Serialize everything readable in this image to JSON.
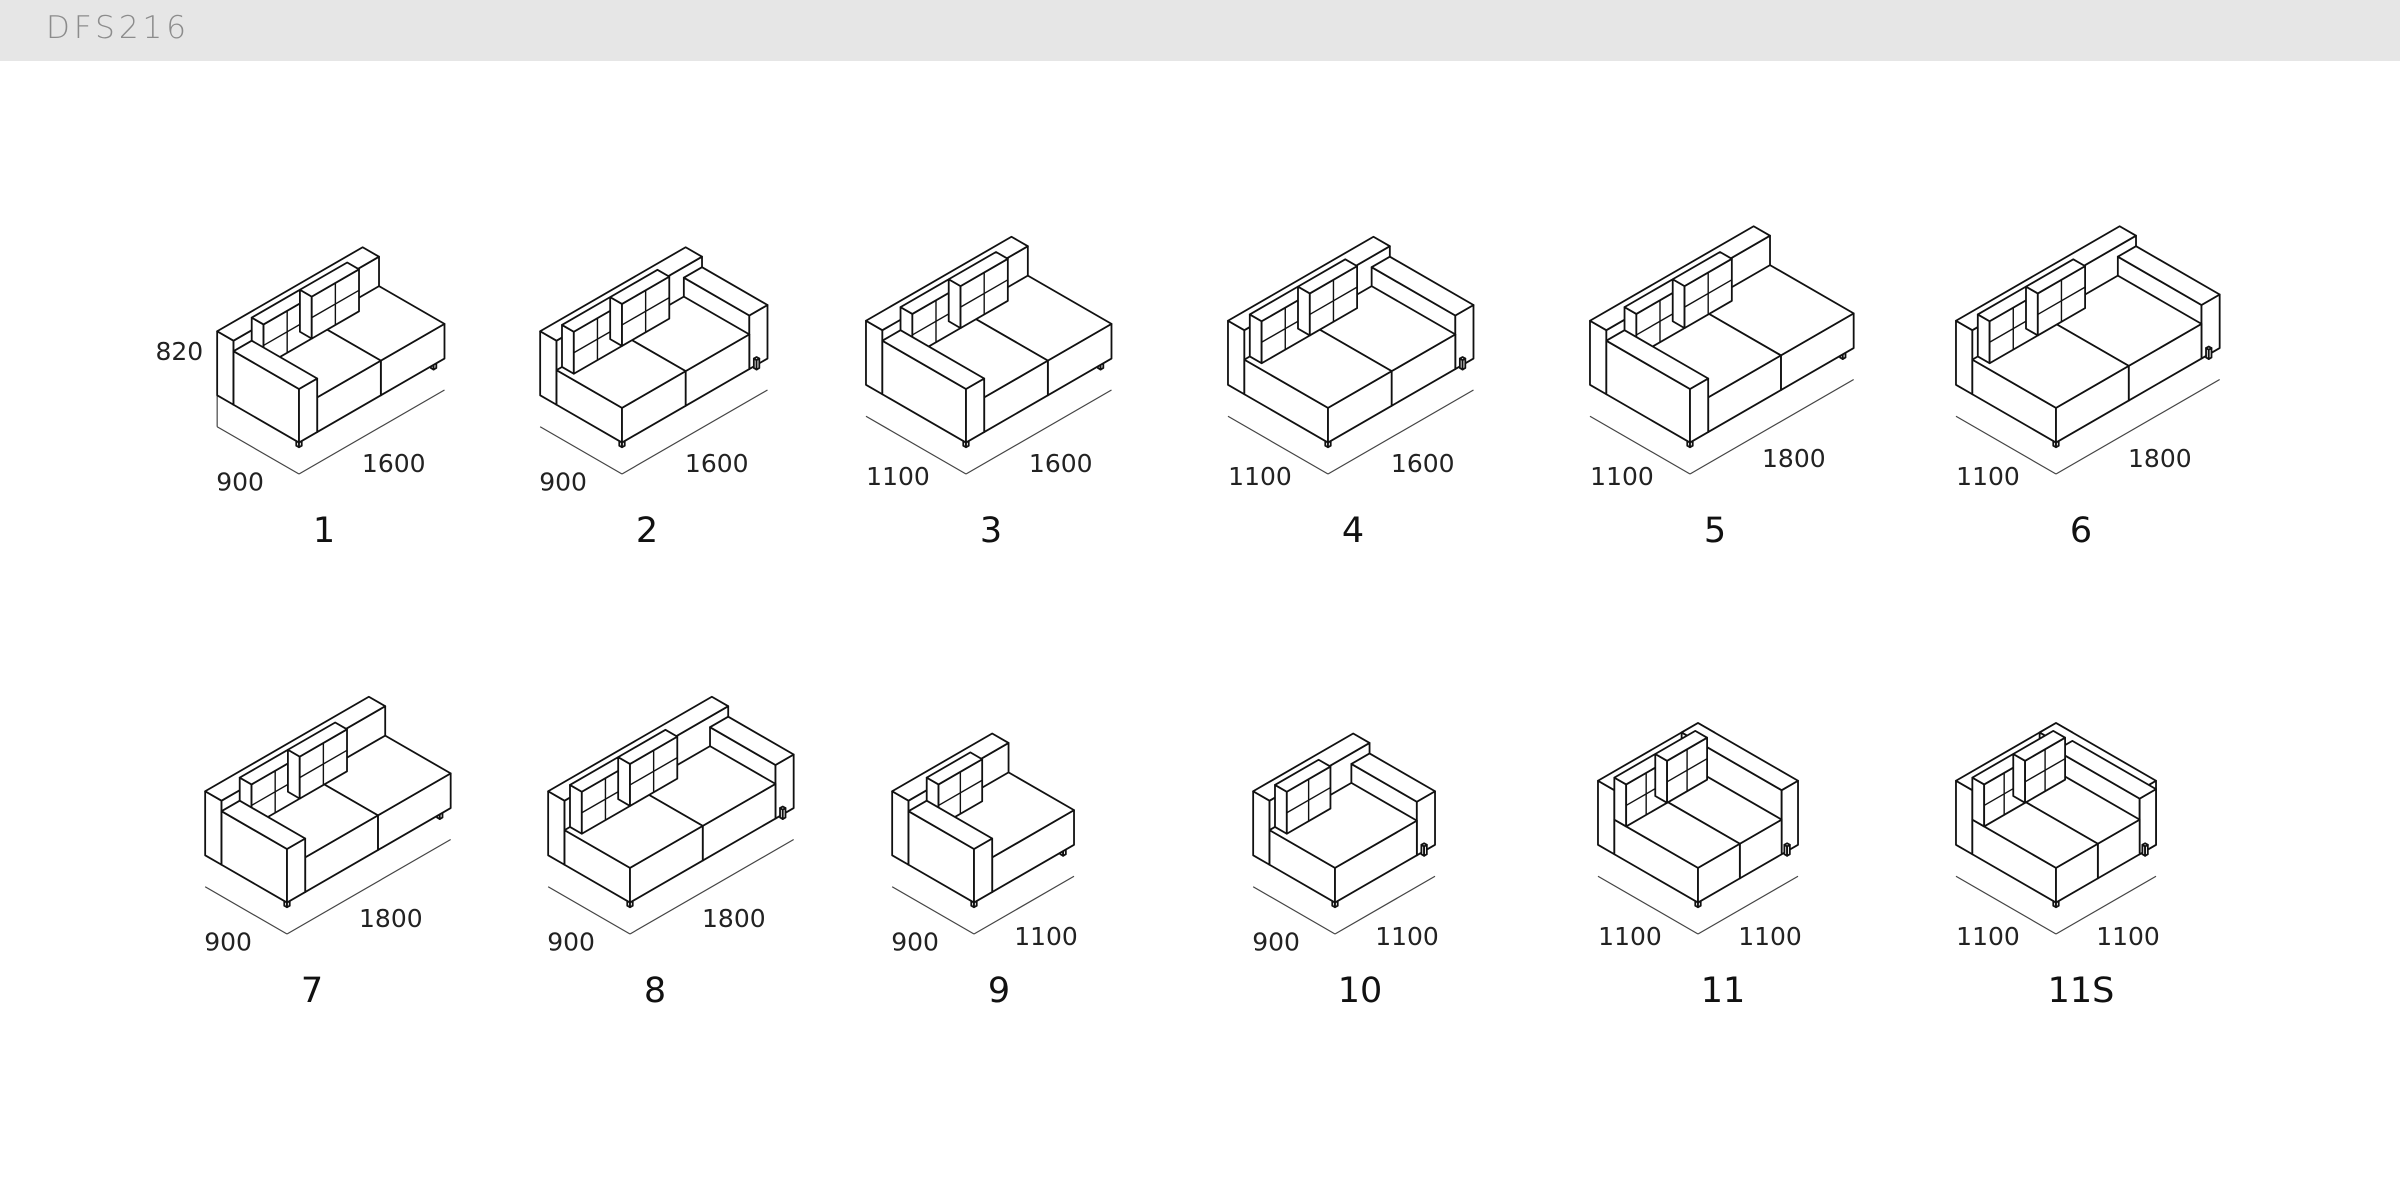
{
  "header": {
    "title": "DFS216"
  },
  "height_dimension": "820",
  "modules": [
    {
      "label": "1",
      "depth": "900",
      "width": "1600",
      "arm": "left"
    },
    {
      "label": "2",
      "depth": "900",
      "width": "1600",
      "arm": "right"
    },
    {
      "label": "3",
      "depth": "1100",
      "width": "1600",
      "arm": "left"
    },
    {
      "label": "4",
      "depth": "1100",
      "width": "1600",
      "arm": "right"
    },
    {
      "label": "5",
      "depth": "1100",
      "width": "1800",
      "arm": "left"
    },
    {
      "label": "6",
      "depth": "1100",
      "width": "1800",
      "arm": "right"
    },
    {
      "label": "7",
      "depth": "900",
      "width": "1800",
      "arm": "left"
    },
    {
      "label": "8",
      "depth": "900",
      "width": "1800",
      "arm": "right"
    },
    {
      "label": "9",
      "depth": "900",
      "width": "1100",
      "arm": "left"
    },
    {
      "label": "10",
      "depth": "900",
      "width": "1100",
      "arm": "right"
    },
    {
      "label": "11",
      "depth": "1100",
      "width": "1100",
      "arm": "corner"
    },
    {
      "label": "11S",
      "depth": "1100",
      "width": "1100",
      "arm": "corner-right"
    }
  ],
  "colors": {
    "header_bg": "#e6e6e6",
    "header_text": "#8c8c8c",
    "line": "#111111"
  }
}
